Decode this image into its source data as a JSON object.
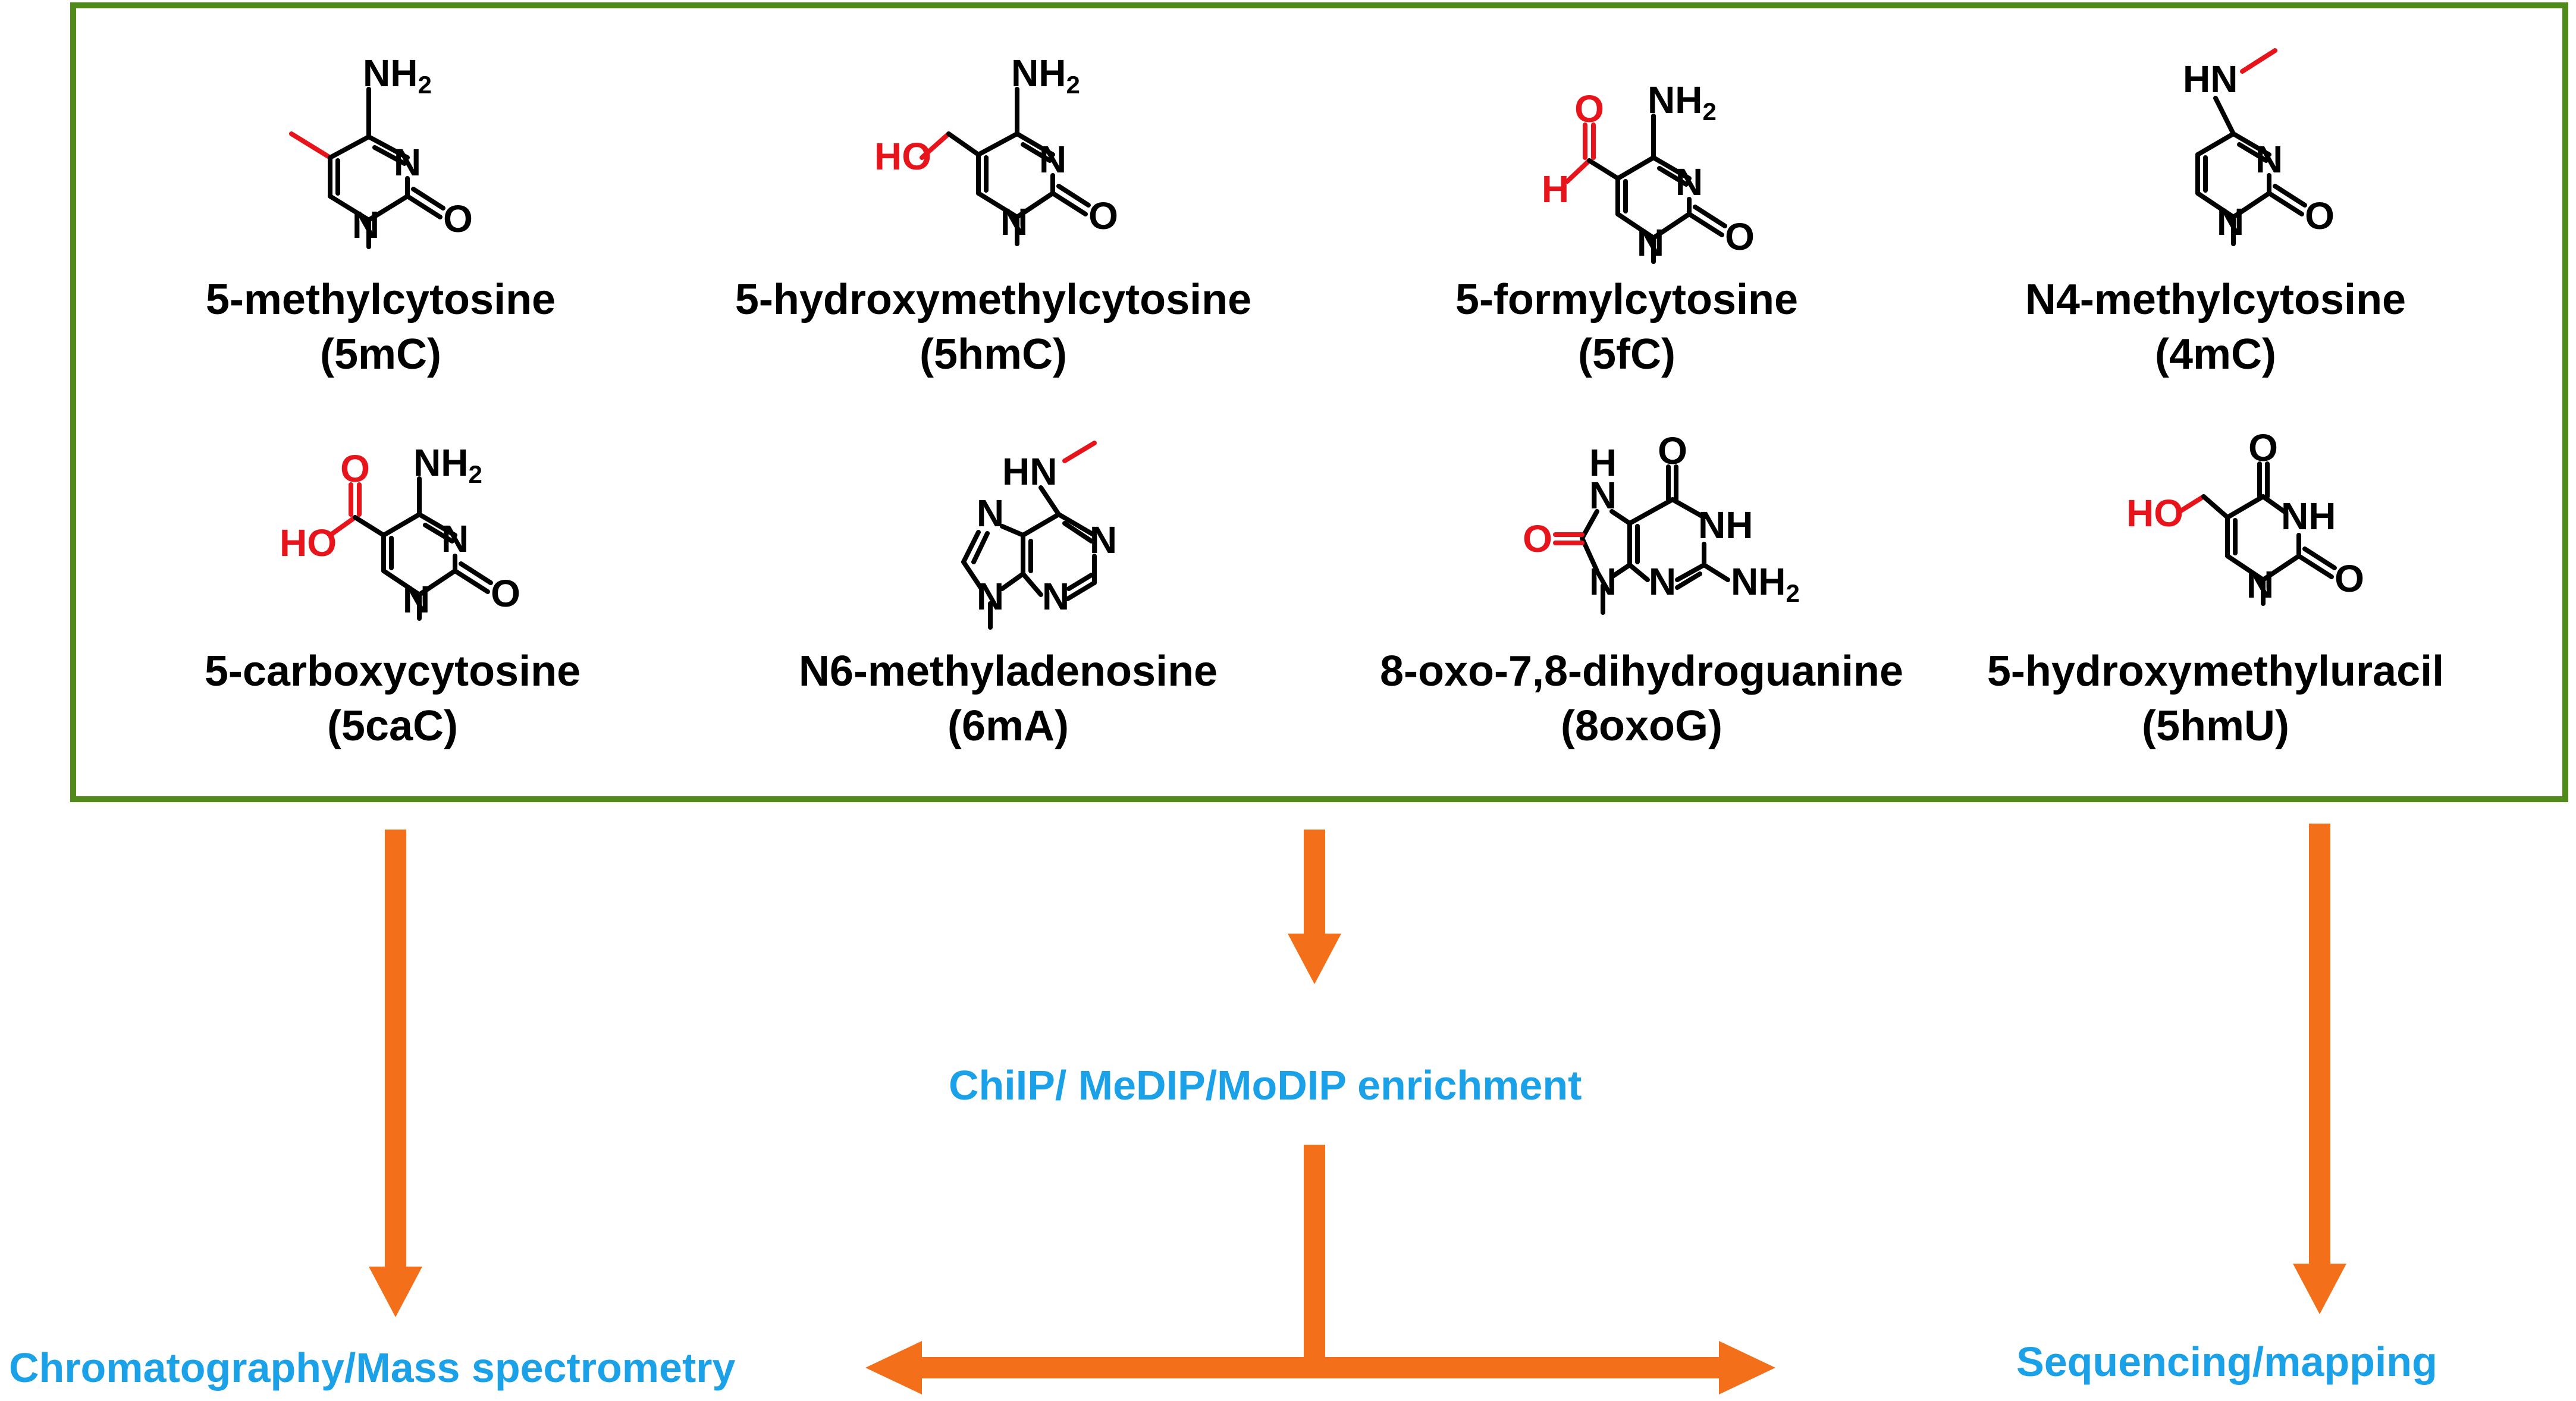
{
  "molecules": [
    {
      "name": "5-methylcytosine",
      "abbr": "(5mC)"
    },
    {
      "name": "5-hydroxymethylcytosine",
      "abbr": "(5hmC)"
    },
    {
      "name": "5-formylcytosine",
      "abbr": "(5fC)"
    },
    {
      "name": "N4-methylcytosine",
      "abbr": "(4mC)"
    },
    {
      "name": "5-carboxycytosine",
      "abbr": "(5caC)"
    },
    {
      "name": "N6-methyladenosine",
      "abbr": "(6mA)"
    },
    {
      "name": "8-oxo-7,8-dihydroguanine",
      "abbr": "(8oxoG)"
    },
    {
      "name": "5-hydroxymethyluracil",
      "abbr": "(5hmU)"
    }
  ],
  "methods": {
    "left": "Chromatography/Mass spectrometry",
    "middle": "ChiIP/ MeDIP/MoDIP enrichment",
    "right": "Sequencing/mapping"
  },
  "colors": {
    "box_border": "#4f8a1b",
    "arrows": "#f36f19",
    "method_text": "#1aa1e8",
    "modification_highlight": "#e8141b"
  }
}
